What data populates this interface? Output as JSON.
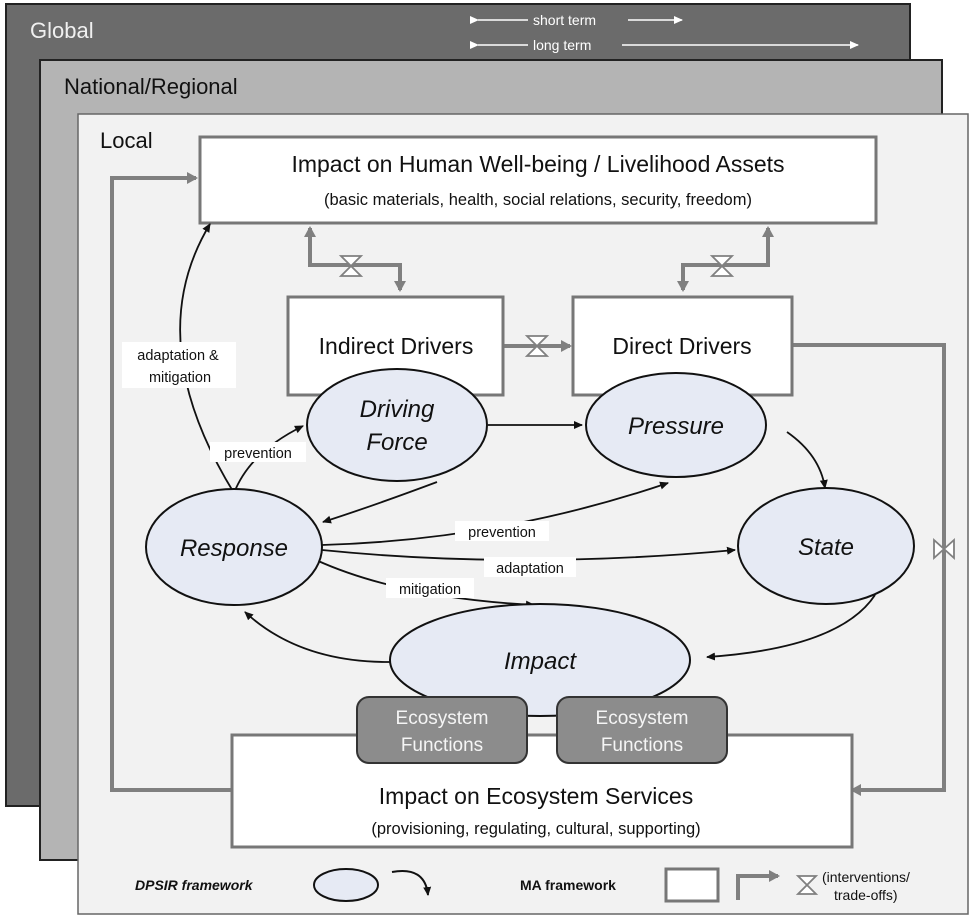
{
  "layers": {
    "global": "Global",
    "national": "National/Regional",
    "local": "Local"
  },
  "timescale": {
    "short": "short term",
    "long": "long term"
  },
  "boxes": {
    "wellbeing_title": "Impact on Human Well-being / Livelihood Assets",
    "wellbeing_sub": "(basic materials, health, social relations, security, freedom)",
    "indirect": "Indirect Drivers",
    "direct": "Direct Drivers",
    "ecosystem_title": "Impact on Ecosystem Services",
    "ecosystem_sub": "(provisioning, regulating, cultural, supporting)",
    "functions_l1": "Ecosystem",
    "functions_l2": "Functions"
  },
  "ellipses": {
    "driving_l1": "Driving",
    "driving_l2": "Force",
    "pressure": "Pressure",
    "state": "State",
    "impact": "Impact",
    "response": "Response"
  },
  "arrow_labels": {
    "adaptation_mitigation_l1": "adaptation &",
    "adaptation_mitigation_l2": "mitigation",
    "prevention_upper": "prevention",
    "prevention_lower": "prevention",
    "adaptation": "adaptation",
    "mitigation": "mitigation"
  },
  "legend": {
    "dpsir": "DPSIR framework",
    "ma": "MA framework",
    "interventions_l1": "(interventions/",
    "interventions_l2": "trade-offs)"
  },
  "colors": {
    "global_bg": "#6b6b6b",
    "national_bg": "#b4b4b4",
    "local_bg": "#f2f2f2",
    "ellipse_fill": "#e6eaf4",
    "function_fill": "#8c8c8c",
    "ma_arrow": "#808080"
  }
}
